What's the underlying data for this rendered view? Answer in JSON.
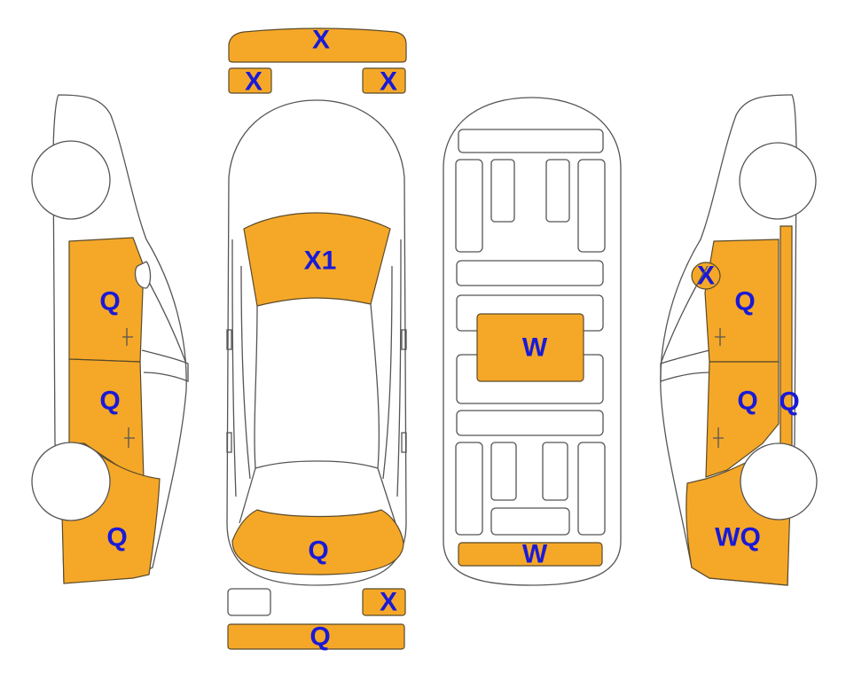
{
  "colors": {
    "damage": "#f5a828",
    "label": "#1a1ad6",
    "outline": "#555555"
  },
  "labels": {
    "front_bumper": "X",
    "front_left_lamp": "X",
    "front_right_lamp": "X",
    "windshield": "X1",
    "top_rear": "Q",
    "rear_right_lamp": "X",
    "rear_bumper": "Q",
    "roof": "W",
    "trunk_edge": "W",
    "left_front_fender": "Q",
    "left_rear_door": "Q",
    "left_rear_quarter": "Q",
    "right_mirror": "X",
    "right_front_door": "Q",
    "right_rear_door": "Q",
    "right_pillar": "Q",
    "right_rear_quarter": "WQ"
  }
}
